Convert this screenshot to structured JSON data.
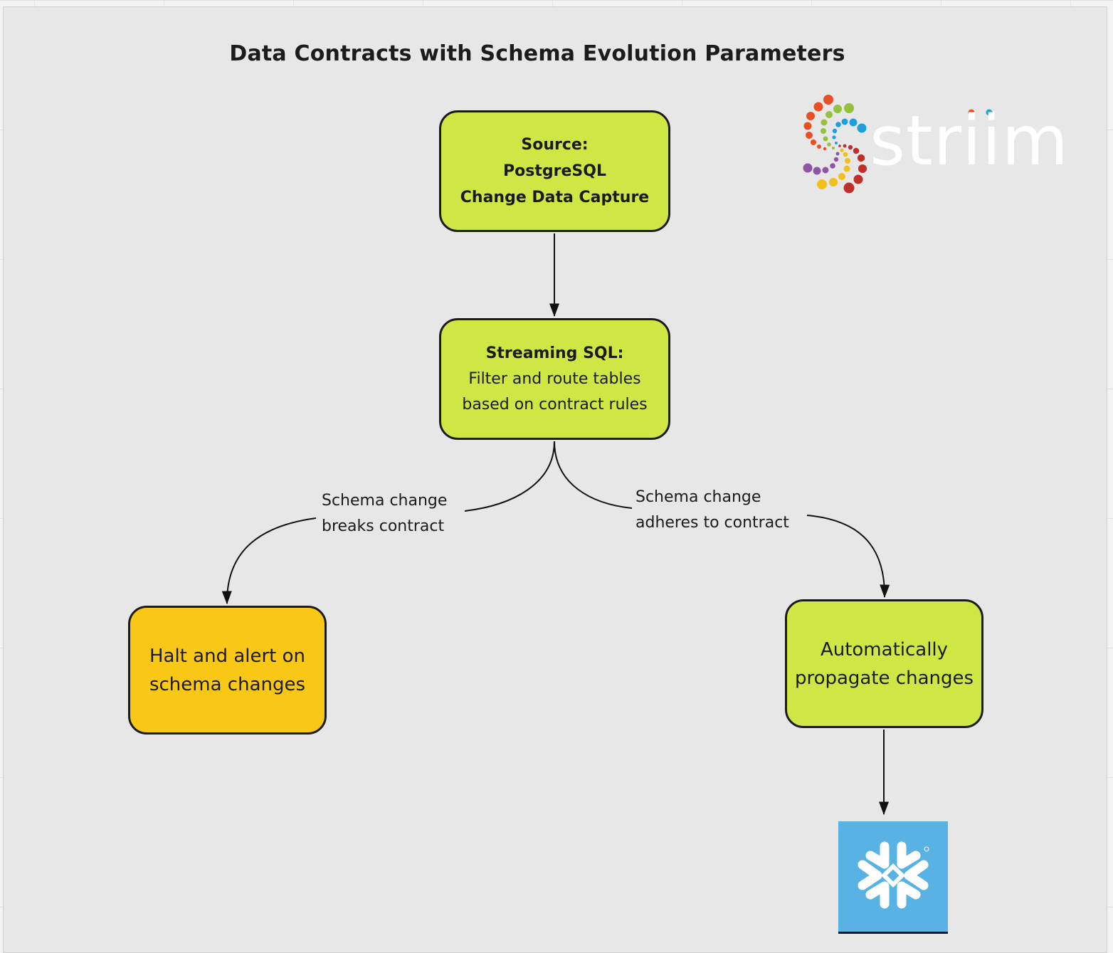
{
  "diagram": {
    "title": "Data Contracts with Schema Evolution Parameters",
    "nodes": {
      "source": {
        "lines": [
          "Source:",
          "PostgreSQL",
          "Change Data Capture"
        ],
        "fill": "#cfe645"
      },
      "streaming_sql": {
        "heading": "Streaming SQL:",
        "lines": [
          "Filter and route tables",
          "based on contract rules"
        ],
        "fill": "#cfe645"
      },
      "halt": {
        "lines": [
          "Halt and alert on",
          "schema changes"
        ],
        "fill": "#f9c716"
      },
      "propagate": {
        "lines": [
          "Automatically",
          "propagate changes"
        ],
        "fill": "#cfe645"
      },
      "target": {
        "icon": "snowflake-icon",
        "fill": "#58b3e4"
      }
    },
    "edges": [
      {
        "from": "source",
        "to": "streaming_sql",
        "label": ""
      },
      {
        "from": "streaming_sql",
        "to": "halt",
        "label_lines": [
          "Schema change",
          "breaks contract"
        ]
      },
      {
        "from": "streaming_sql",
        "to": "propagate",
        "label_lines": [
          "Schema change",
          "adheres to contract"
        ]
      },
      {
        "from": "propagate",
        "to": "target",
        "label": ""
      }
    ]
  },
  "branding": {
    "logo_text": "striim",
    "logo_icon": "striim-dot-spiral-icon",
    "colors": [
      "#e94e24",
      "#95c13d",
      "#1ea0dc",
      "#c0302a",
      "#f2c01b",
      "#8e55a5"
    ]
  }
}
